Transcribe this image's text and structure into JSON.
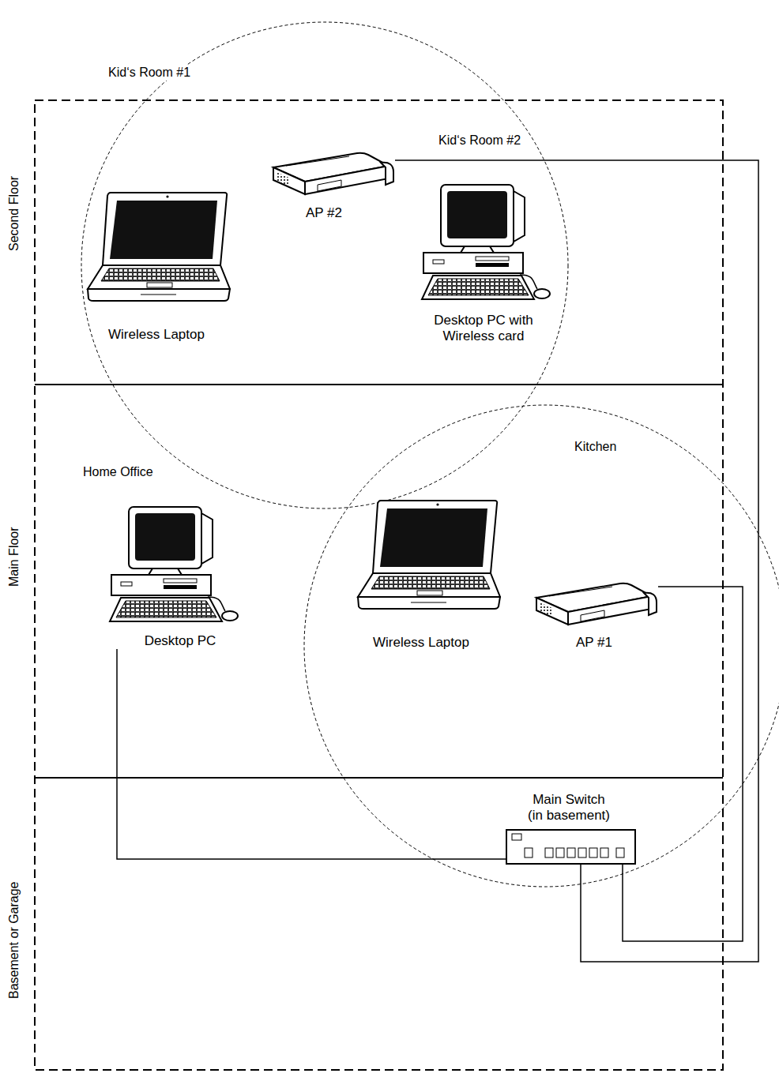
{
  "diagram": {
    "nodes": [
      {
        "text": [
          "Second Floor"
        ]
      },
      {
        "text": [
          "Main Floor"
        ]
      },
      {
        "text": [
          "Basement or Garage"
        ]
      },
      {
        "text": [
          "Wireless Laptop"
        ],
        "in": 0
      },
      {
        "text": [
          "AP #2"
        ],
        "in": 0
      },
      {
        "text": [
          "Desktop PC with Wireless card"
        ],
        "in": 0
      },
      {
        "text": [
          "Desktop PC"
        ],
        "in": 1
      },
      {
        "text": [
          "Wireless Laptop"
        ],
        "in": 1
      },
      {
        "text": [
          "AP #1"
        ],
        "in": 1
      },
      {
        "text": [
          "Main Switch (in basement)"
        ],
        "in": 2
      }
    ],
    "edges": [
      {
        "from": 6,
        "to": 9,
        "arrow": "none"
      },
      {
        "from": 8,
        "to": 9,
        "arrow": "none"
      },
      {
        "from": 4,
        "to": 9,
        "arrow": "none"
      }
    ],
    "labels": [
      "Kid‘s Room #1",
      "Kid‘s Room #2",
      "Home Office",
      "Kitchen"
    ]
  }
}
